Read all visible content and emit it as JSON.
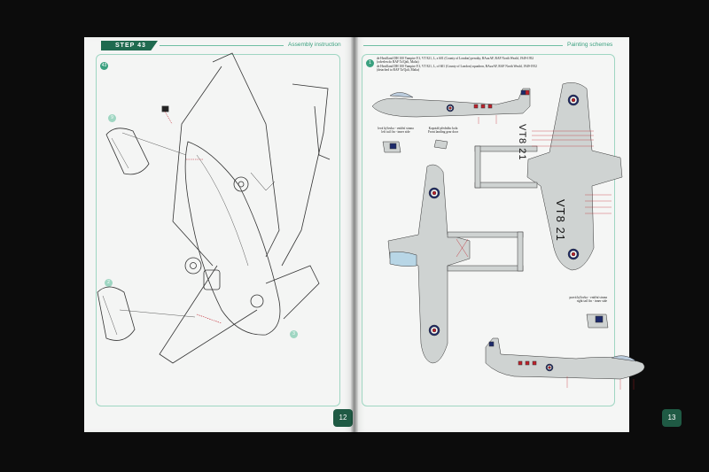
{
  "left_page": {
    "step_label": "STEP 43",
    "section_title": "Assembly instruction",
    "step_badge": "43",
    "page_number": "12",
    "callout_numbers": [
      "9",
      "2",
      "3"
    ]
  },
  "right_page": {
    "section_title": "Painting schemes",
    "scheme_badge": "1",
    "page_number": "13",
    "scheme_caption_line1": "de Havilland DH 100 Vampire F.3, VT 821, L, z 601 (County of London) perutky, RAuxAF, RAF North Weald, 1949-1952",
    "scheme_caption_line2": "(odvelen do RAF Ta'Qali, Malta)",
    "scheme_caption_line3": "de Havilland DH 100 Vampire F.3, VT 821, L, of 601 (County of London) squadron, RAuxAF, RAF North Weald, 1949-1952",
    "scheme_caption_line4": "(detached to RAF Ta'Qali, Malta)",
    "label_left_fin_cz": "levá kýlovka - vnitřní strana",
    "label_left_fin_en": "left tail fin - inner side",
    "label_gear_door_cz": "Kapotáž předního kola",
    "label_gear_door_en": "Front landing gear door",
    "label_right_fin_cz": "pravá kýlovka - vnitřní strana",
    "label_right_fin_en": "right tail fin - inner side",
    "serial_top": "VT8 21",
    "serial_bottom": "VT8 21"
  },
  "colors": {
    "accent": "#3aa07f",
    "banner": "#1f6a4f",
    "roundel_red": "#c0202a",
    "roundel_blue": "#1d2a6b",
    "aircraft_grey": "#cfd3d2"
  }
}
